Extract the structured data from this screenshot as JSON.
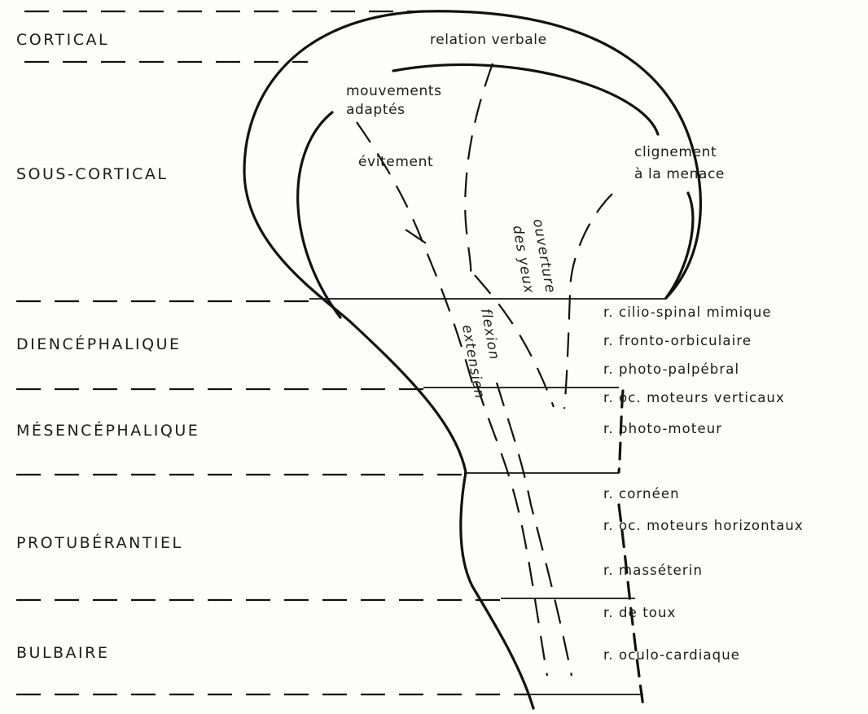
{
  "levels": {
    "cortical": "CORTICAL",
    "sous_cortical": "SOUS-CORTICAL",
    "diencephalique": "DIENCÉPHALIQUE",
    "mesencephalique": "MÉSENCÉPHALIQUE",
    "protuberantiel": "PROTUBÉRANTIEL",
    "bulbaire": "BULBAIRE"
  },
  "responses": {
    "relation_verbale": "relation verbale",
    "mouvements": "mouvements",
    "adaptes": "adaptés",
    "evitement": "évitement",
    "clignement": "clignement",
    "menace": "à la menace",
    "ouverture": "ouverture",
    "des_yeux": "des yeux",
    "flexion": "flexion",
    "extension": "extension"
  },
  "reflexes": {
    "cilio_spinal": "r. cilio-spinal mimique",
    "fronto_orbiculaire": "r. fronto-orbiculaire",
    "photo_palpebral": "r. photo-palpébral",
    "oc_verticaux": "r. oc. moteurs verticaux",
    "photo_moteur": "r. photo-moteur",
    "corneen": "r. cornéen",
    "oc_horizontaux": "r. oc. moteurs horizontaux",
    "masseterin": "r. masséterin",
    "toux": "r. de toux",
    "oculo_cardiaque": "r. oculo-cardiaque"
  }
}
